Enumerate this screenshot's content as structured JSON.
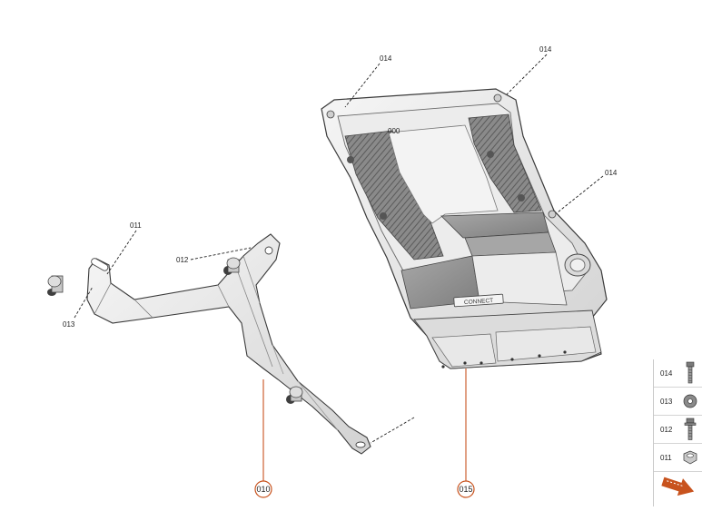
{
  "callouts": {
    "bracket_top_left": "011",
    "bracket_washer_left": "013",
    "bracket_screw": "012",
    "ecu_screw_top": "014",
    "ecu_screw_top_right": "014",
    "ecu_screw_right": "014",
    "ecu_top_label": "000"
  },
  "parts": {
    "bracket": "010",
    "ecu": "015"
  },
  "ecu_badge_text": "CONNECT",
  "legend": [
    {
      "code": "014",
      "icon": "bolt-icon"
    },
    {
      "code": "013",
      "icon": "washer-icon"
    },
    {
      "code": "012",
      "icon": "flange-bolt-icon"
    },
    {
      "code": "011",
      "icon": "nut-icon"
    }
  ],
  "legend_arrow_icon": "orange-arrow-icon",
  "colors": {
    "accent": "#c8531e",
    "metal": "#e6e6e6",
    "metal_dark": "#9a9a9a"
  }
}
